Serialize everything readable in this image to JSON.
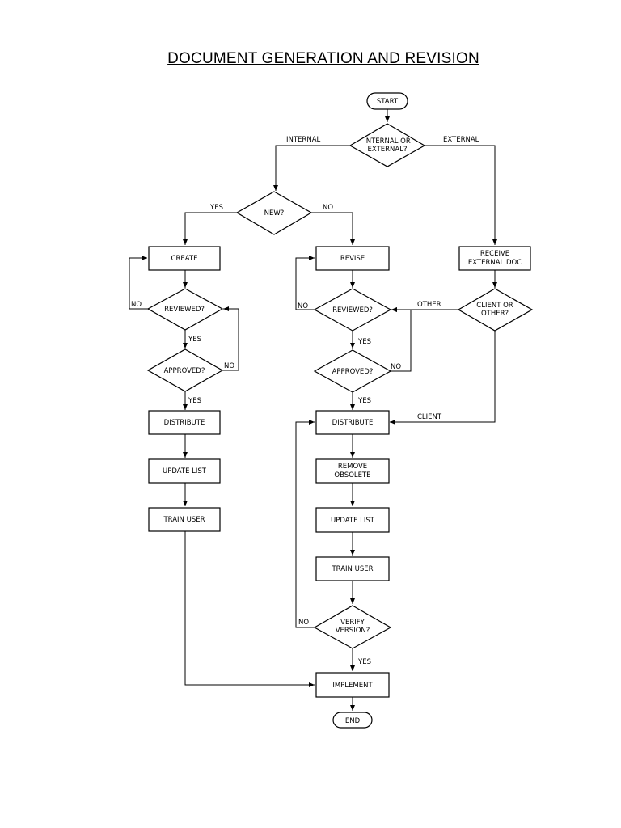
{
  "title": "DOCUMENT GENERATION AND REVISION",
  "nodes": {
    "start": "START",
    "int_ext_1": "INTERNAL OR",
    "int_ext_2": "EXTERNAL?",
    "new": "NEW?",
    "create": "CREATE",
    "revise": "REVISE",
    "receive_1": "RECEIVE",
    "receive_2": "EXTERNAL DOC",
    "reviewed_left": "REVIEWED?",
    "reviewed_mid": "REVIEWED?",
    "client_other_1": "CLIENT OR",
    "client_other_2": "OTHER?",
    "approved_left": "APPROVED?",
    "approved_mid": "APPROVED?",
    "distribute_left": "DISTRIBUTE",
    "distribute_mid": "DISTRIBUTE",
    "update_left": "UPDATE LIST",
    "remove_1": "REMOVE",
    "remove_2": "OBSOLETE",
    "train_left": "TRAIN USER",
    "update_mid": "UPDATE LIST",
    "train_mid": "TRAIN USER",
    "verify_1": "VERIFY",
    "verify_2": "VERSION?",
    "implement": "IMPLEMENT",
    "end": "END"
  },
  "labels": {
    "internal": "INTERNAL",
    "external": "EXTERNAL",
    "new_yes": "YES",
    "new_no": "NO",
    "rev_left_no": "NO",
    "rev_left_yes": "YES",
    "app_left_no": "NO",
    "app_left_yes": "YES",
    "rev_mid_no": "NO",
    "other": "OTHER",
    "rev_mid_yes": "YES",
    "app_mid_no": "NO",
    "app_mid_yes": "YES",
    "client": "CLIENT",
    "verify_no": "NO",
    "verify_yes": "YES"
  }
}
